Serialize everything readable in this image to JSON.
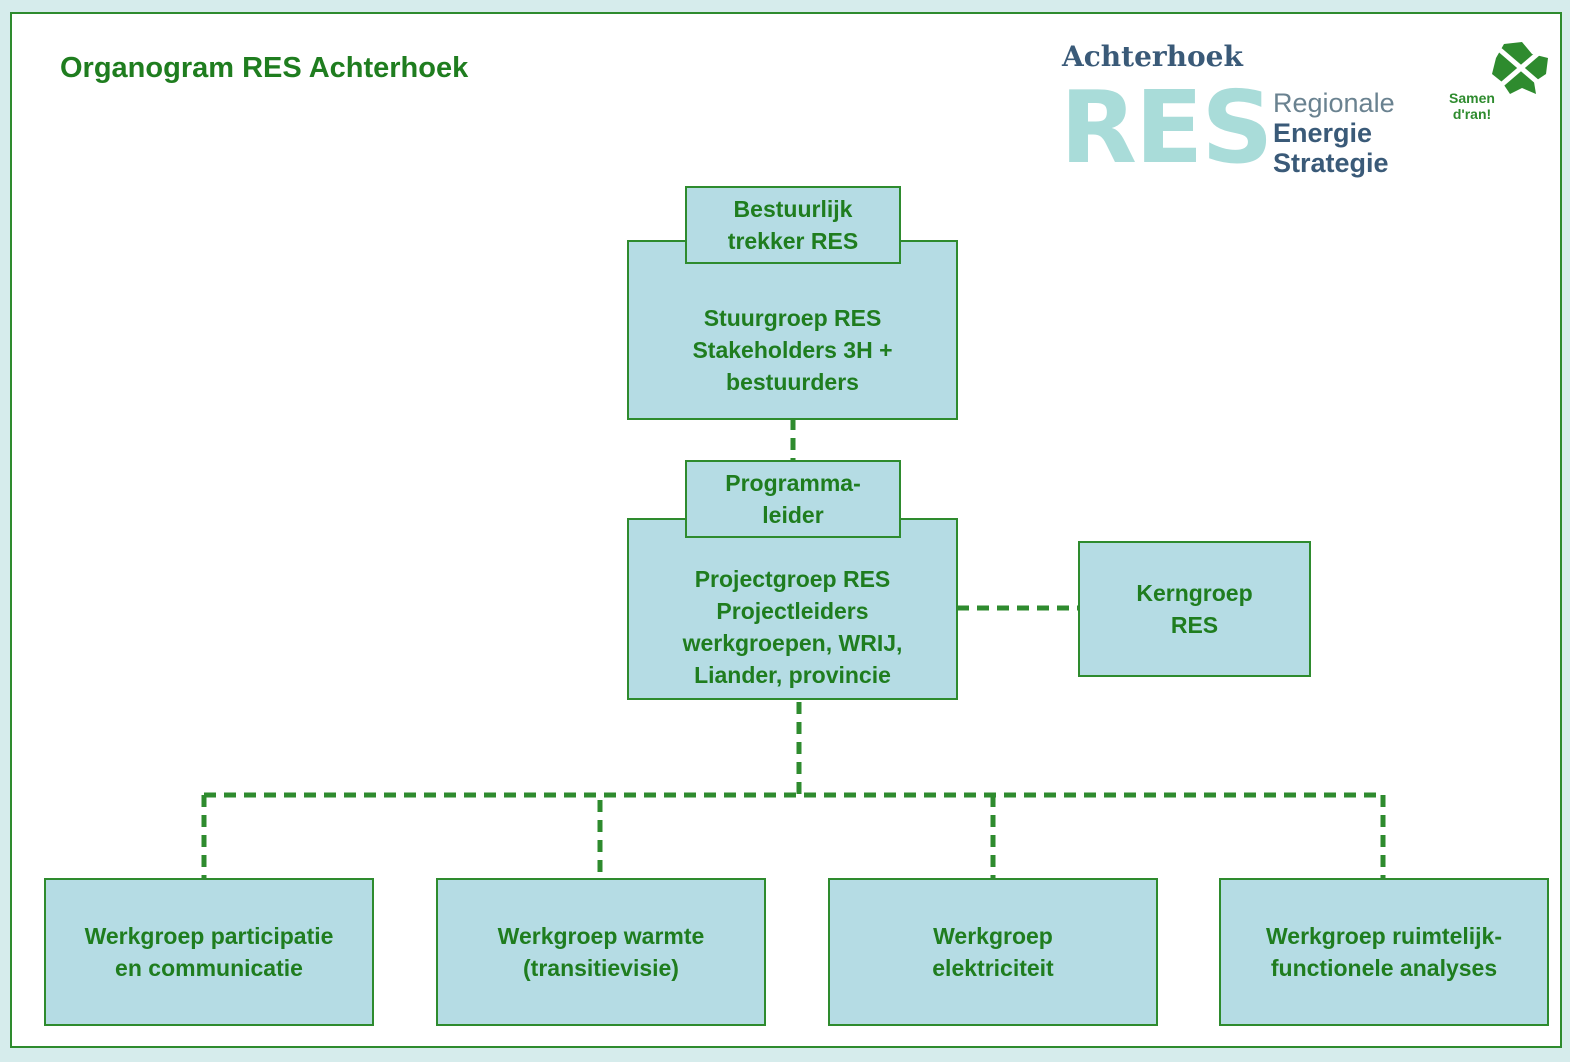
{
  "title": "Organogram RES Achterhoek",
  "logo": {
    "region": "Achterhoek",
    "acronym": "RES",
    "line1": "Regionale",
    "line2": "Energie",
    "line3": "Strategie",
    "slogan": "Samen\nd'ran!"
  },
  "nodes": {
    "bestuurlijk": "Bestuurlijk\ntrekker RES",
    "stuurgroep": "Stuurgroep RES\nStakeholders 3H +\nbestuurders",
    "programmaleider": "Programma-\nleider",
    "projectgroep": "Projectgroep RES\nProjectleiders\nwerkgroepen, WRIJ,\nLiander, provincie",
    "kerngroep": "Kerngroep\nRES",
    "wg_participatie": "Werkgroep participatie\nen communicatie",
    "wg_warmte": "Werkgroep warmte\n(transitievisie)",
    "wg_elektriciteit": "Werkgroep\nelektriciteit",
    "wg_ruimtelijk": "Werkgroep ruimtelijk-\nfunctionele analyses"
  },
  "colors": {
    "box_fill": "#b5dce4",
    "line_green": "#2e8b2e",
    "text_green": "#1f7d1f",
    "logo_teal": "#a9dcd9",
    "logo_navy": "#3a5a78"
  }
}
